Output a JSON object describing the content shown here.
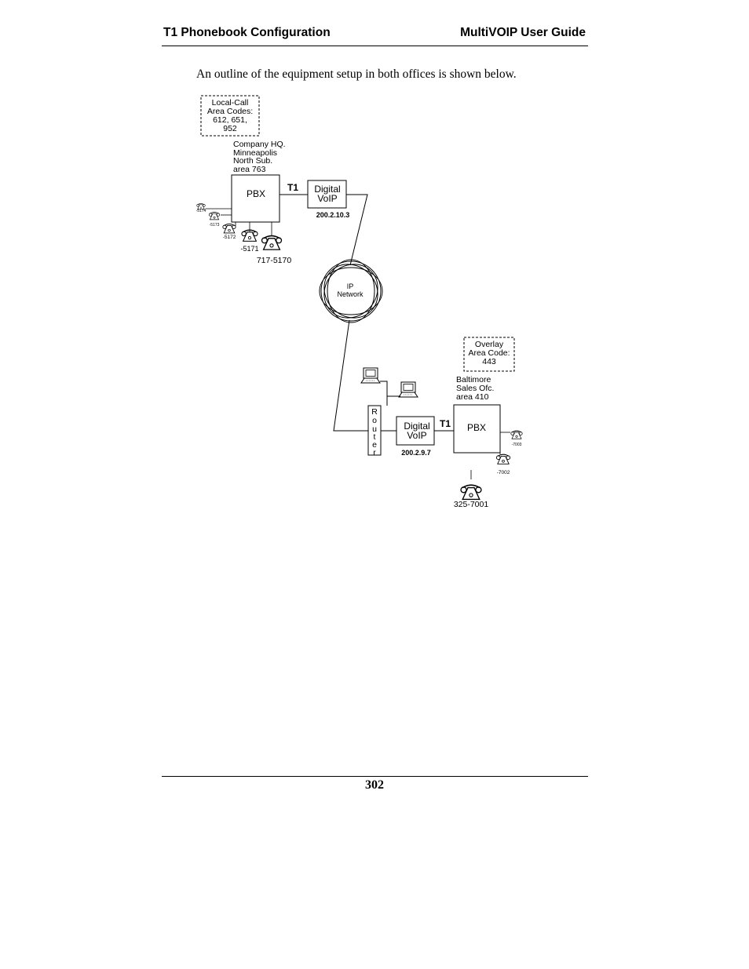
{
  "header": {
    "left_title": "T1 Phonebook Configuration",
    "right_title": "MultiVOIP User Guide"
  },
  "intro_text": "An outline of the equipment setup in both offices is shown below.",
  "diagram": {
    "hq": {
      "local_call_lines": [
        "Local-Call",
        "Area Codes:",
        "612, 651,",
        "952"
      ],
      "site_lines": [
        "Company HQ.",
        "Minneapolis",
        "North Sub.",
        "area 763"
      ],
      "pbx_label": "PBX",
      "t1_label": "T1",
      "voip_lines": [
        "Digital",
        "VoIP"
      ],
      "ip_address": "200.2.10.3",
      "extensions": [
        "-5174",
        "-5173",
        "-5172",
        "-5171",
        "717-5170"
      ]
    },
    "network": {
      "lines": [
        "IP",
        "Network"
      ]
    },
    "baltimore": {
      "overlay_lines": [
        "Overlay",
        "Area Code:",
        "443"
      ],
      "site_lines": [
        "Baltimore",
        "Sales Ofc.",
        "area 410"
      ],
      "router_letters": [
        "R",
        "o",
        "u",
        "t",
        "e",
        "r"
      ],
      "voip_lines": [
        "Digital",
        "VoIP"
      ],
      "ip_address": "200.2.9.7",
      "t1_label": "T1",
      "pbx_label": "PBX",
      "extensions": [
        "-7003",
        "-7002",
        "325-7001"
      ]
    }
  },
  "footer": {
    "page_number": "302"
  }
}
